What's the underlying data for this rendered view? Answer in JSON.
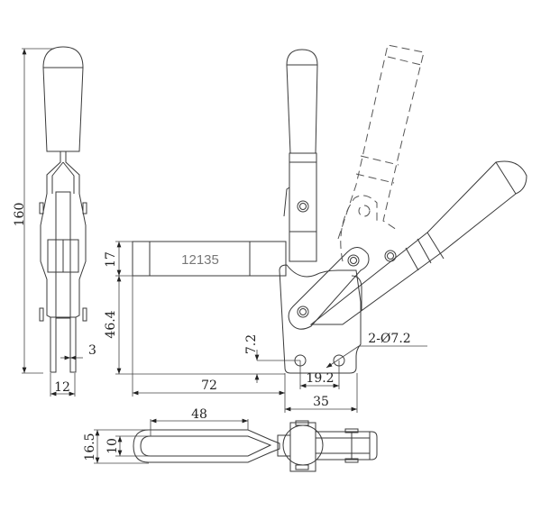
{
  "drawing": {
    "part_marking": "12135",
    "dimensions": {
      "overall_height": "160",
      "side_width": "12",
      "slot_gap": "3",
      "arm_thickness": "17",
      "arm_height": "46.4",
      "arm_length": "72",
      "hole_offset": "7.2",
      "hole_spacing": "19.2",
      "base_width": "35",
      "holes_callout": "2-Ø7.2",
      "handle_slot_length": "48",
      "handle_outer_width": "16.5",
      "handle_inner_width": "10"
    },
    "line_color": "#3a3a3a"
  }
}
